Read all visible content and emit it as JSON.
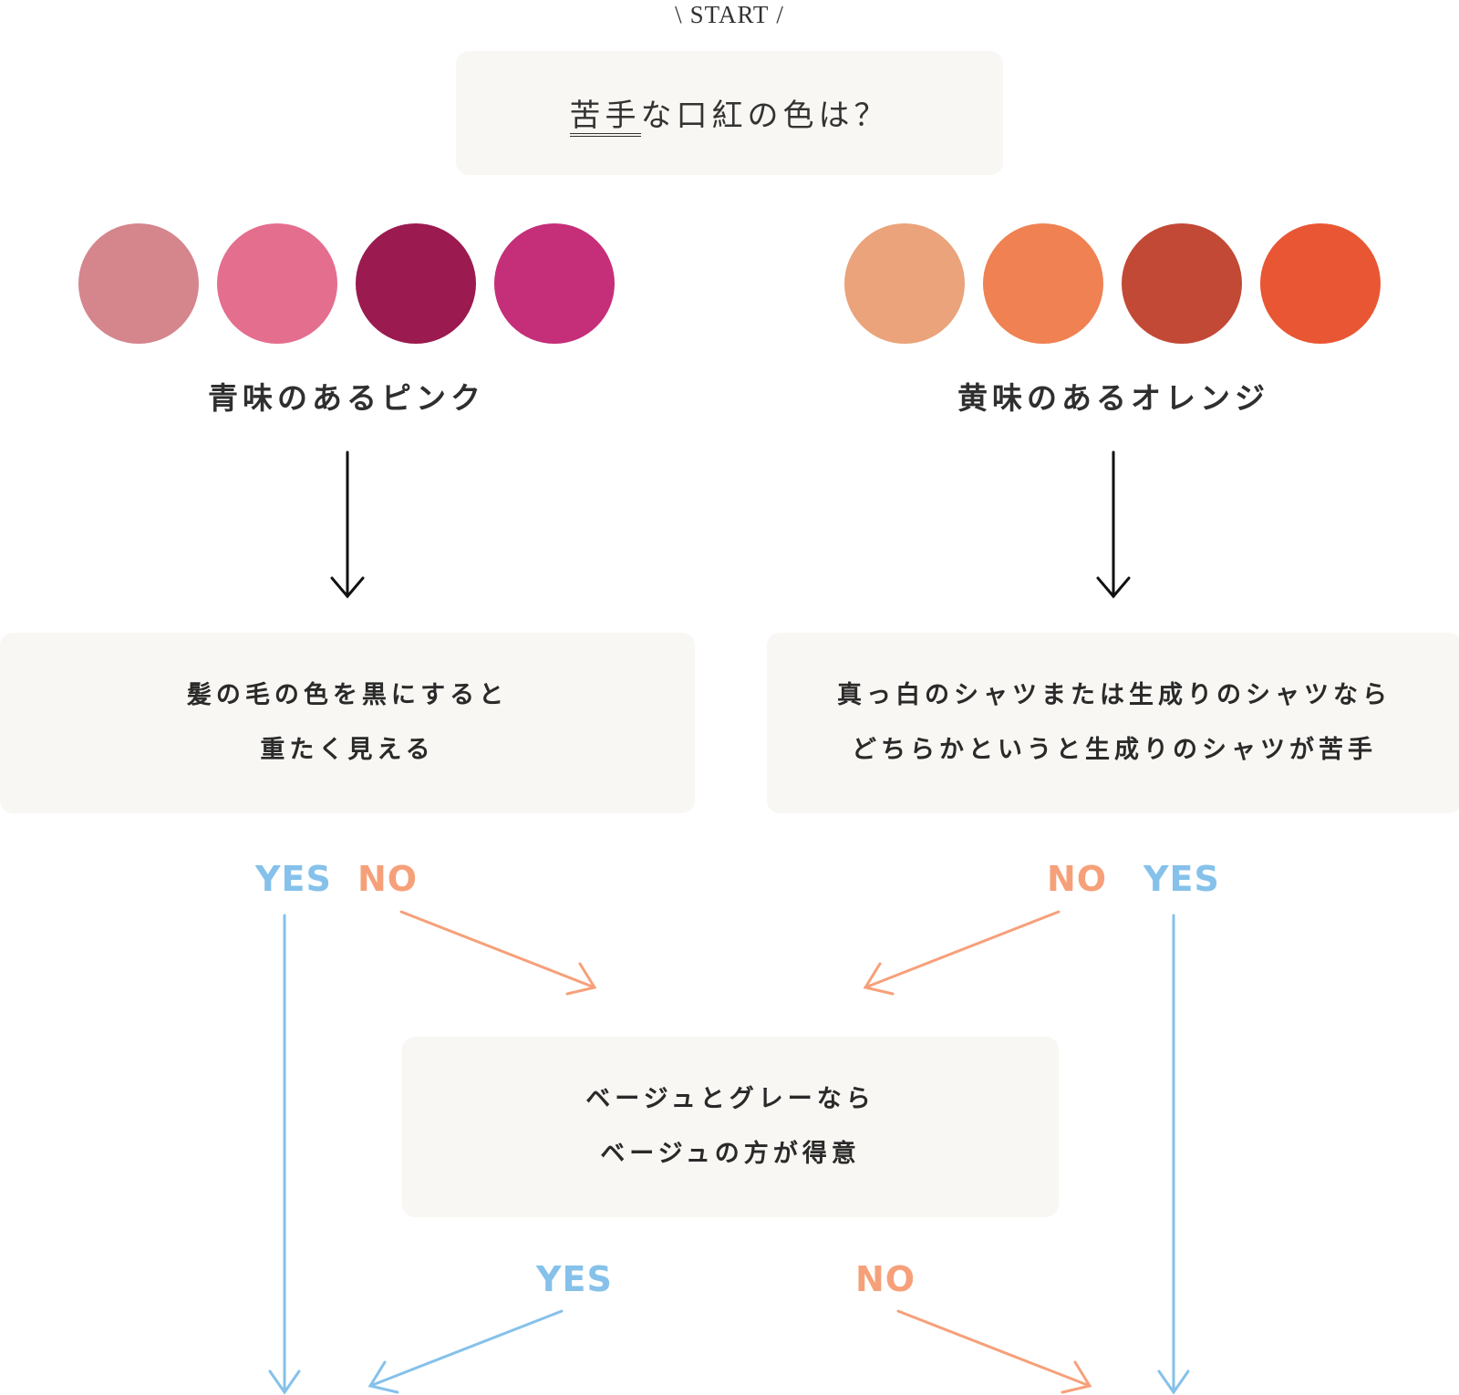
{
  "start": {
    "label": "START",
    "slash_left": "\\",
    "slash_right": "/"
  },
  "question_main": {
    "underlined": "苦手",
    "rest": "な口紅の色は？"
  },
  "groups": {
    "left": {
      "label": "青味のあるピンク",
      "colors": [
        "#d5858c",
        "#e46e8e",
        "#9b1a4f",
        "#c52e79"
      ]
    },
    "right": {
      "label": "黄味のあるオレンジ",
      "colors": [
        "#eaa37a",
        "#ef8152",
        "#c24935",
        "#e95634"
      ]
    }
  },
  "question_left": {
    "line1": "髪の毛の色を黒にすると",
    "line2": "重たく見える"
  },
  "question_right": {
    "line1": "真っ白のシャツまたは生成りのシャツなら",
    "line2": "どちらかというと生成りのシャツが苦手"
  },
  "question_mid": {
    "line1": "ベージュとグレーなら",
    "line2": "ベージュの方が得意"
  },
  "answers": {
    "left_yes": "YES",
    "left_no": "NO",
    "right_no": "NO",
    "right_yes": "YES",
    "mid_yes": "YES",
    "mid_no": "NO"
  },
  "colors": {
    "yes": "#85c1ea",
    "no": "#f6a07a",
    "arrow": "#111111",
    "box_bg": "#f8f7f3"
  }
}
